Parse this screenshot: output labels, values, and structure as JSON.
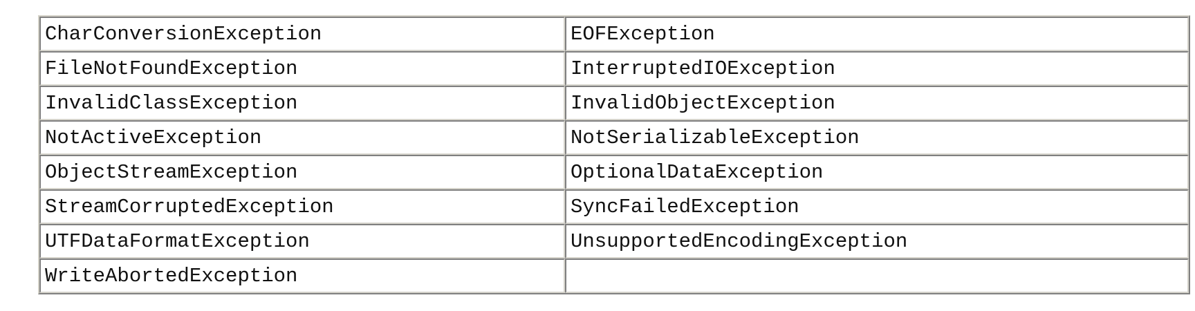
{
  "table": {
    "rows": [
      [
        "CharConversionException",
        "EOFException"
      ],
      [
        "FileNotFoundException",
        "InterruptedIOException"
      ],
      [
        "InvalidClassException",
        "InvalidObjectException"
      ],
      [
        "NotActiveException",
        "NotSerializableException"
      ],
      [
        "ObjectStreamException",
        "OptionalDataException"
      ],
      [
        "StreamCorruptedException",
        "SyncFailedException"
      ],
      [
        "UTFDataFormatException",
        "UnsupportedEncodingException"
      ],
      [
        "WriteAbortedException",
        ""
      ]
    ]
  }
}
